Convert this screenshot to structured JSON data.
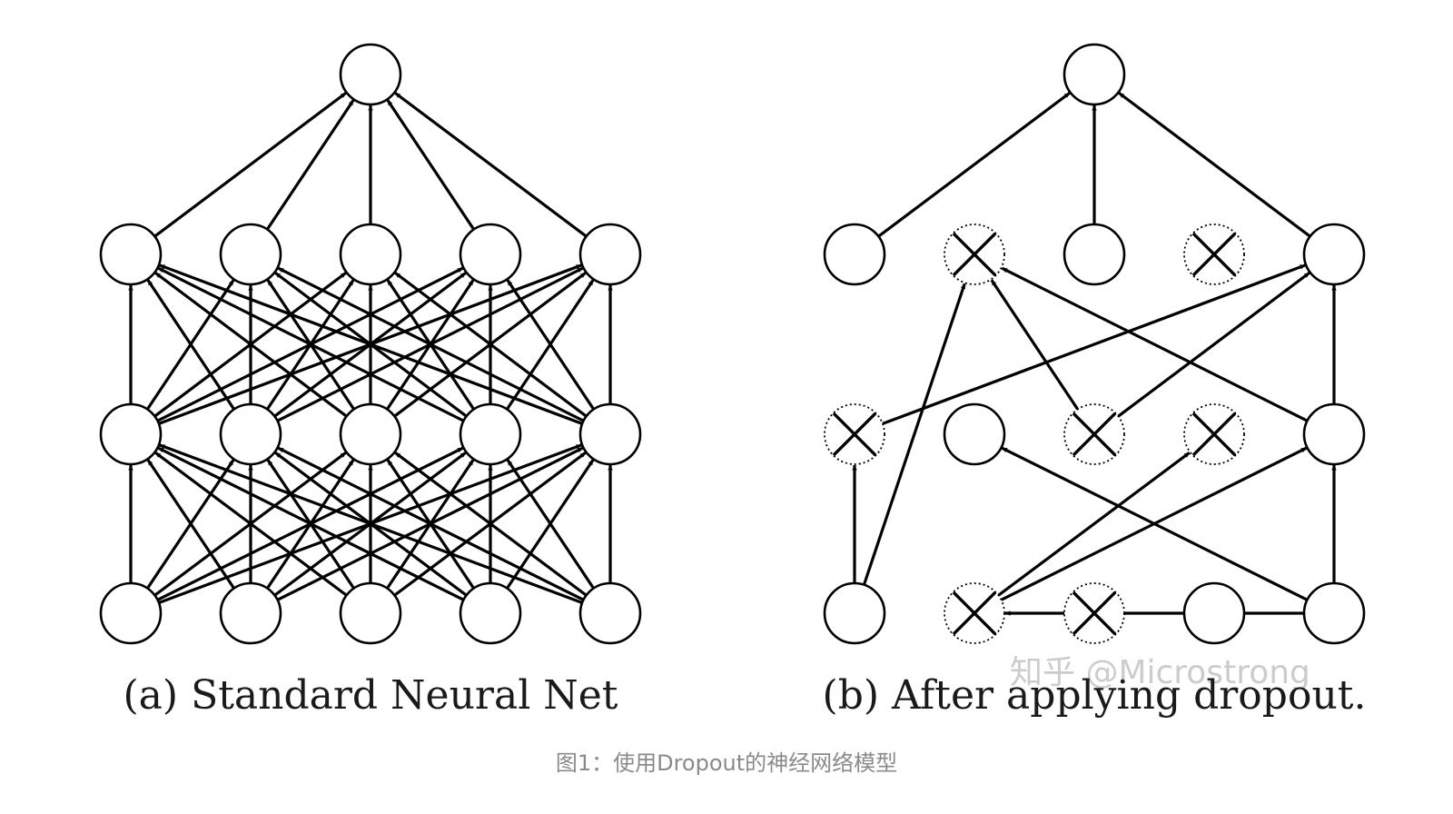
{
  "panel_a": {
    "caption": "(a) Standard Neural Net",
    "layers": [
      5,
      5,
      5,
      1
    ]
  },
  "panel_b": {
    "caption": "(b) After applying dropout.",
    "layers": [
      5,
      5,
      5,
      1
    ],
    "dropped": [
      [
        1,
        2
      ],
      [
        0,
        2,
        3
      ],
      [
        1,
        3
      ],
      []
    ],
    "edges": [
      [
        [
          0,
          1,
          0,
          4
        ],
        [
          1,
          3,
          0,
          1
        ],
        [
          1,
          4,
          0,
          1
        ],
        [
          1,
          4,
          0,
          4
        ],
        [
          1,
          1,
          0,
          4
        ],
        [
          1,
          0,
          0,
          0
        ]
      ],
      [
        [
          2,
          1,
          0,
          0
        ],
        [
          2,
          1,
          1,
          2
        ],
        [
          2,
          1,
          1,
          4
        ],
        [
          2,
          4,
          1,
          0
        ],
        [
          2,
          4,
          1,
          2
        ],
        [
          2,
          4,
          1,
          4
        ]
      ],
      [
        [
          3,
          0,
          2,
          0
        ],
        [
          3,
          0,
          2,
          2
        ],
        [
          3,
          0,
          2,
          4
        ]
      ]
    ]
  },
  "watermark": "知乎 @Microstrong",
  "figure_caption": "图1：使用Dropout的神经网络模型"
}
